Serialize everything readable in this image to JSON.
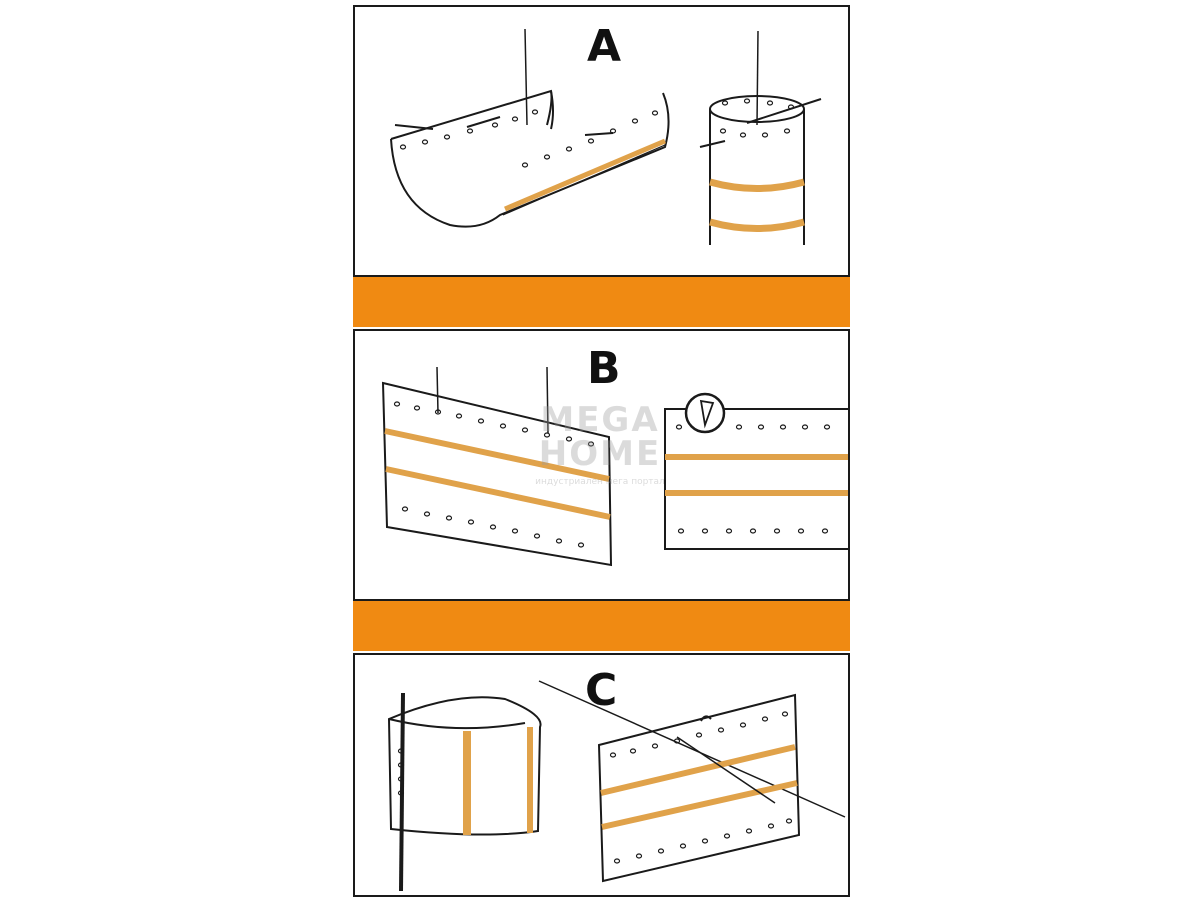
{
  "panels": [
    {
      "letter": "A"
    },
    {
      "letter": "B"
    },
    {
      "letter": "C"
    }
  ],
  "watermark": {
    "line1": "MEGA",
    "line2": "HOME",
    "line3": "индустриален мега портал"
  },
  "colors": {
    "accent_band": "#f08a12",
    "tape": "#e0a24a",
    "line": "#1a1a1a"
  }
}
